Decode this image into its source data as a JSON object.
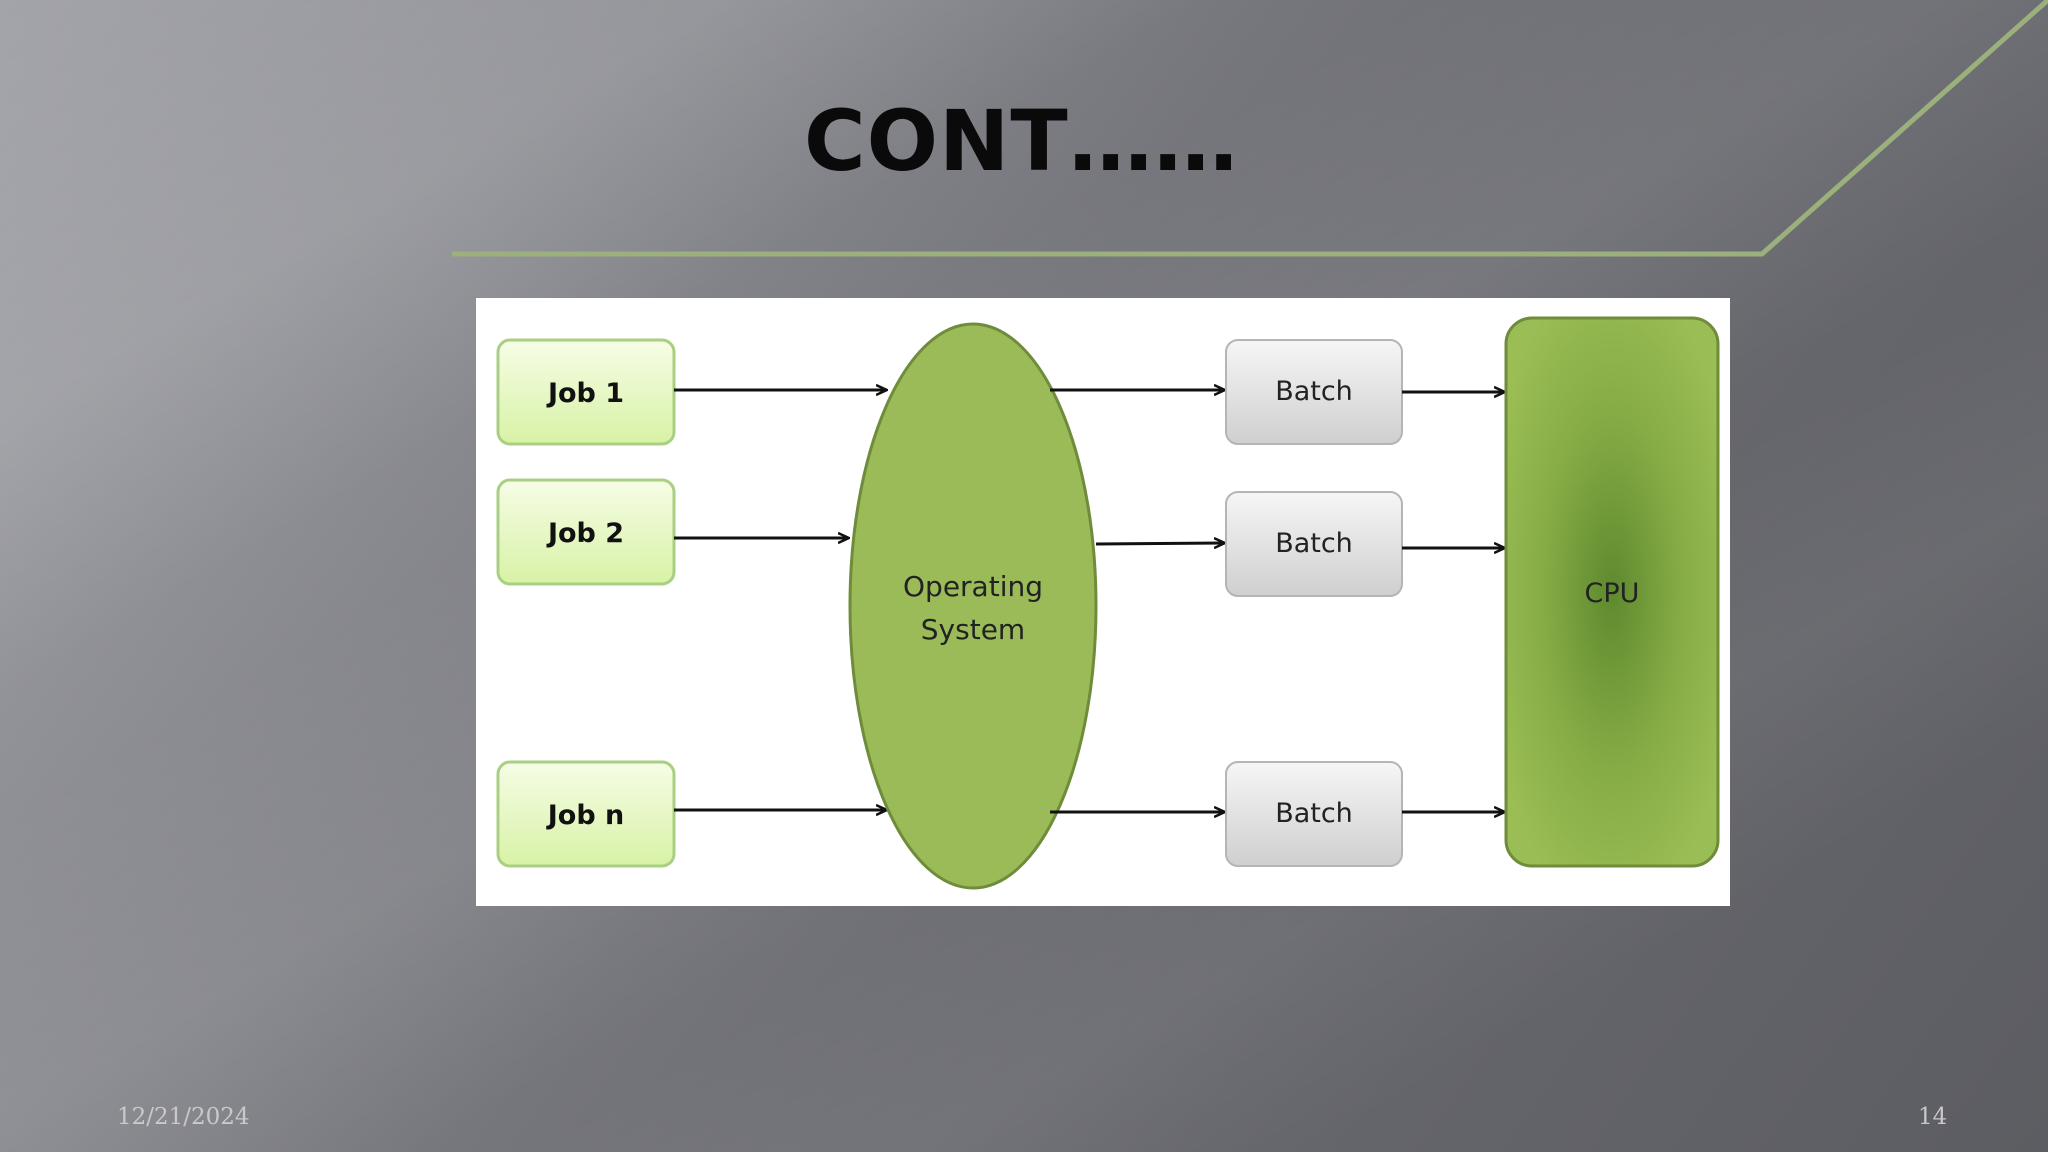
{
  "slide": {
    "title": "CONT……",
    "date": "12/21/2024",
    "page_number": "14"
  },
  "diagram": {
    "jobs": [
      "Job 1",
      "Job 2",
      "Job n"
    ],
    "operating_system": [
      "Operating",
      "System"
    ],
    "batches": [
      "Batch",
      "Batch",
      "Batch"
    ],
    "cpu": "CPU"
  },
  "colors": {
    "accent_line": "#9bb07a",
    "job_fill": "#e8f8c8",
    "os_fill": "#9bbb59",
    "batch_fill": "#dcdcdc",
    "cpu_fill": "#8fb24c"
  }
}
